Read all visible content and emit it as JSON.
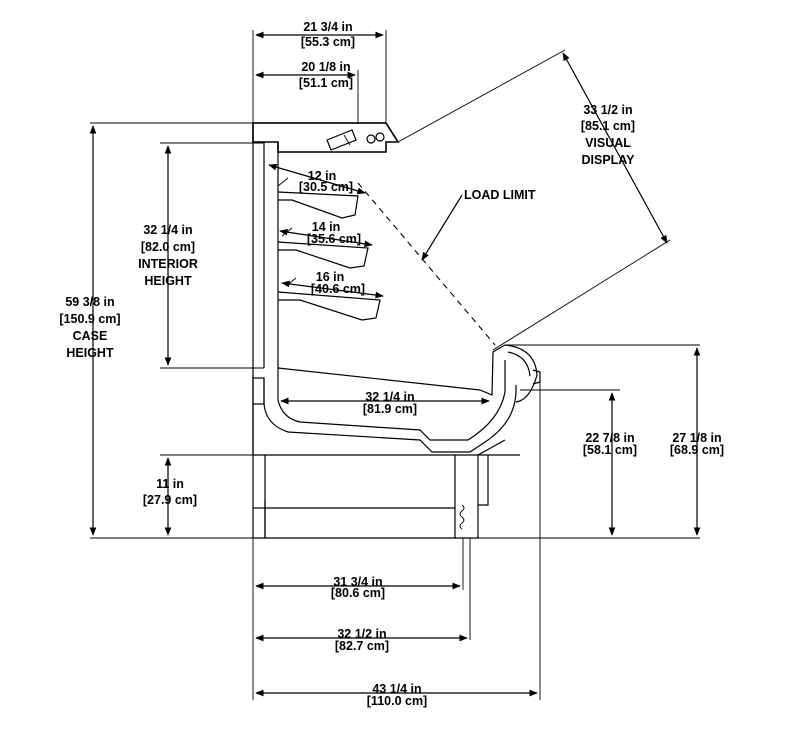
{
  "dimensions": {
    "top_overall": {
      "imperial": "21 3/4 in",
      "metric": "[55.3 cm]"
    },
    "top_canopy": {
      "imperial": "20 1/8 in",
      "metric": "[51.1 cm]"
    },
    "visual_display": {
      "imperial": "33 1/2 in",
      "metric": "[85.1 cm]",
      "label_1": "VISUAL",
      "label_2": "DISPLAY"
    },
    "shelf_1": {
      "imperial": "12 in",
      "metric": "[30.5 cm]"
    },
    "shelf_2": {
      "imperial": "14 in",
      "metric": "[35.6 cm]"
    },
    "shelf_3": {
      "imperial": "16 in",
      "metric": "[40.6 cm]"
    },
    "interior_height": {
      "imperial": "32 1/4 in",
      "metric": "[82.0 cm]",
      "label_1": "INTERIOR",
      "label_2": "HEIGHT"
    },
    "case_height": {
      "imperial": "59 3/8 in",
      "metric": "[150.9 cm]",
      "label_1": "CASE",
      "label_2": "HEIGHT"
    },
    "deck_depth": {
      "imperial": "32 1/4 in",
      "metric": "[81.9 cm]"
    },
    "base_height": {
      "imperial": "11 in",
      "metric": "[27.9 cm]"
    },
    "front_height_1": {
      "imperial": "22 7/8 in",
      "metric": "[58.1 cm]"
    },
    "front_height_2": {
      "imperial": "27 1/8 in",
      "metric": "[68.9 cm]"
    },
    "base_depth_1": {
      "imperial": "31 3/4 in",
      "metric": "[80.6 cm]"
    },
    "base_depth_2": {
      "imperial": "32 1/2 in",
      "metric": "[82.7 cm]"
    },
    "overall_depth": {
      "imperial": "43 1/4 in",
      "metric": "[110.0 cm]"
    }
  },
  "annotations": {
    "load_limit": "LOAD LIMIT"
  }
}
